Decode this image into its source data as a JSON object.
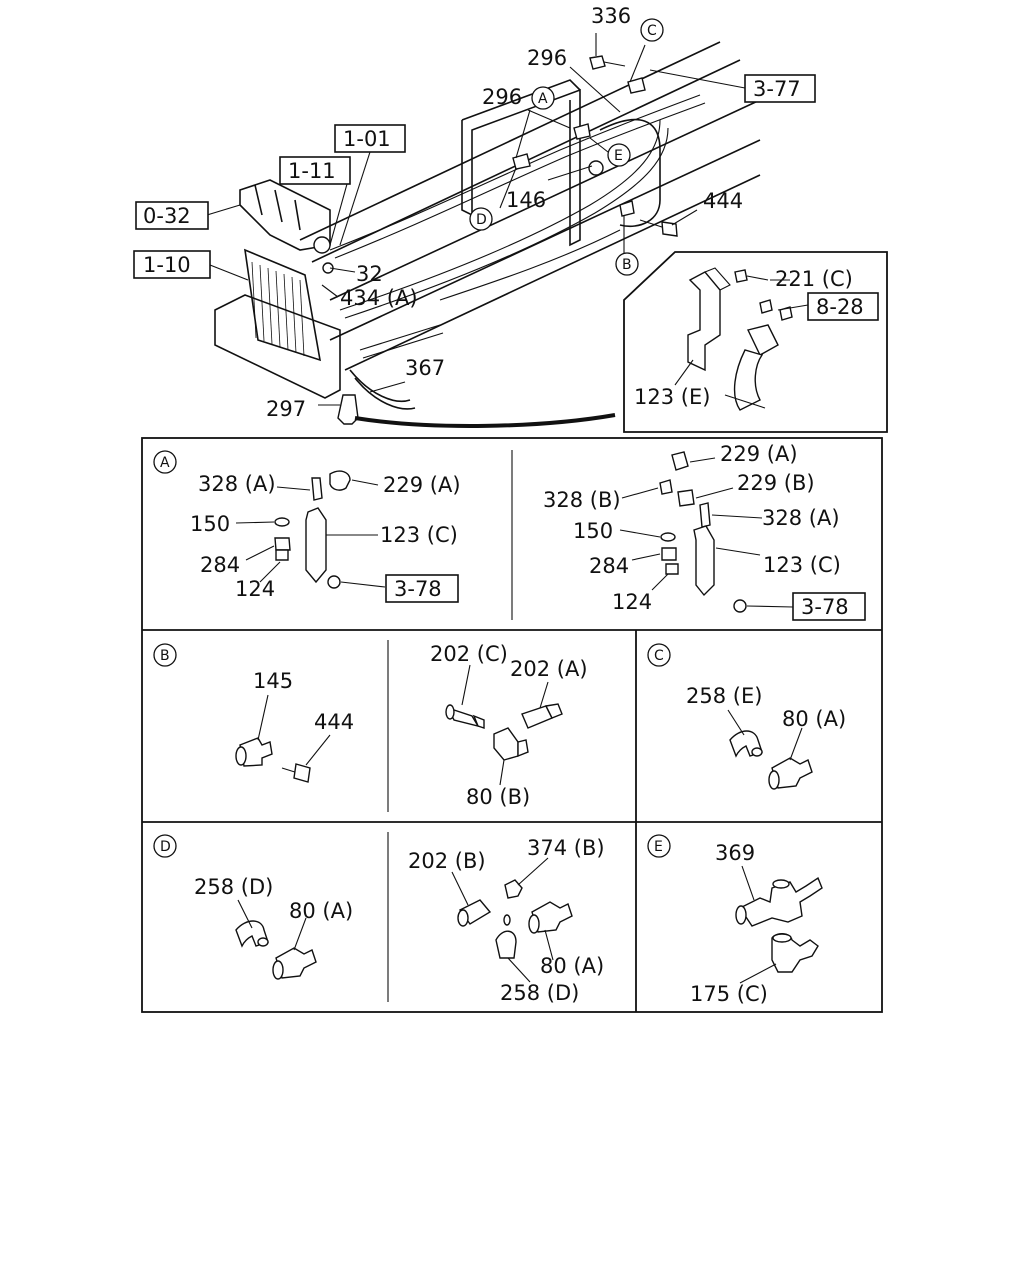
{
  "callouts": {
    "c336": "336",
    "c296a": "296",
    "c296b": "296",
    "c146": "146",
    "c444": "444",
    "c32": "32",
    "c434a": "434 (A)",
    "c367": "367",
    "c297": "297",
    "c221c": "221 (C)",
    "c123e": "123 (E)"
  },
  "refs": {
    "r377": "3-77",
    "r101": "1-01",
    "r111": "1-11",
    "r032": "0-32",
    "r110": "1-10",
    "r828": "8-28"
  },
  "circle_labels": {
    "a": "A",
    "b": "B",
    "c": "C",
    "d": "D",
    "e": "E"
  },
  "panel_a": {
    "label": "A",
    "left": {
      "p328a": "328 (A)",
      "p229a": "229 (A)",
      "p150": "150",
      "p123c": "123 (C)",
      "p284": "284",
      "p124": "124",
      "r378": "3-78"
    },
    "right": {
      "p229a": "229 (A)",
      "p229b": "229 (B)",
      "p328b": "328 (B)",
      "p328a": "328 (A)",
      "p150": "150",
      "p284": "284",
      "p123c": "123 (C)",
      "p124": "124",
      "r378": "3-78"
    }
  },
  "panel_b": {
    "label": "B",
    "left": {
      "p145": "145",
      "p444": "444"
    },
    "right": {
      "p202c": "202 (C)",
      "p202a": "202 (A)",
      "p80b": "80 (B)"
    }
  },
  "panel_c": {
    "label": "C",
    "p258e": "258 (E)",
    "p80a": "80 (A)"
  },
  "panel_d": {
    "label": "D",
    "left": {
      "p258d": "258 (D)",
      "p80a": "80 (A)"
    },
    "right": {
      "p202b": "202 (B)",
      "p374b": "374 (B)",
      "p80a": "80 (A)",
      "p258d": "258 (D)"
    }
  },
  "panel_e": {
    "label": "E",
    "p369": "369",
    "p175c": "175 (C)"
  }
}
